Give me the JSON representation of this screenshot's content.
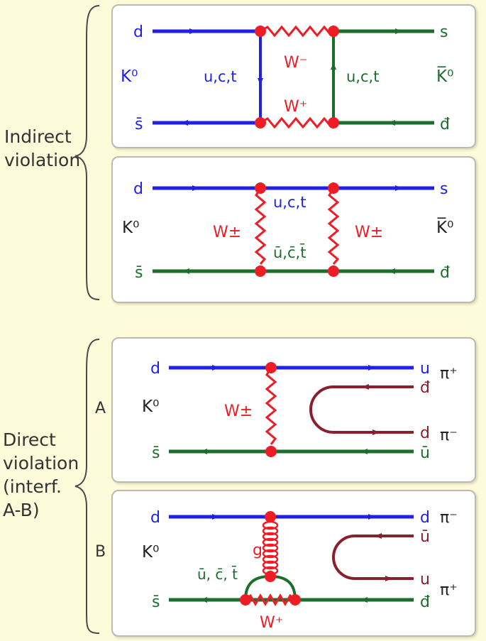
{
  "colors": {
    "blue": "#2020e6",
    "green": "#1c6e2c",
    "red": "#ee1c24",
    "maroon": "#8a1f2e",
    "black": "#222222"
  },
  "groups": {
    "indirect": "Indirect\nviolation",
    "direct": "Direct\nviolation\n(interf.\nA-B)"
  },
  "rows": {
    "a": "A",
    "b": "B"
  },
  "box1": {
    "d": "d",
    "sbar": "s̄",
    "s": "s",
    "dbar": "đ",
    "k0": "K⁰",
    "k0bar": "K̅⁰",
    "w_top": "W⁻",
    "w_bottom": "W⁺",
    "quarks_left": "u,c,t",
    "quarks_right": "u,c,t"
  },
  "box2": {
    "d": "d",
    "sbar": "s̄",
    "s": "s",
    "dbar": "đ",
    "k0": "K⁰",
    "k0bar": "K̅⁰",
    "w_left": "W±",
    "w_right": "W±",
    "quarks_top": "u,c,t",
    "quarks_bottom": "ū,c̄,t̄"
  },
  "box3": {
    "d": "d",
    "sbar": "s̄",
    "k0": "K⁰",
    "w": "W±",
    "u": "u",
    "dbar": "đ",
    "d_out": "d",
    "ubar": "ū",
    "pi_plus": "π⁺",
    "pi_minus": "π⁻"
  },
  "box4": {
    "d": "d",
    "sbar": "s̄",
    "k0": "K⁰",
    "g": "g",
    "loop": "ū, c̄, t̄",
    "w": "W⁺",
    "d_out": "d",
    "ubar": "ū",
    "u": "u",
    "dbar": "đ",
    "pi_minus": "π⁻",
    "pi_plus": "π⁺"
  }
}
